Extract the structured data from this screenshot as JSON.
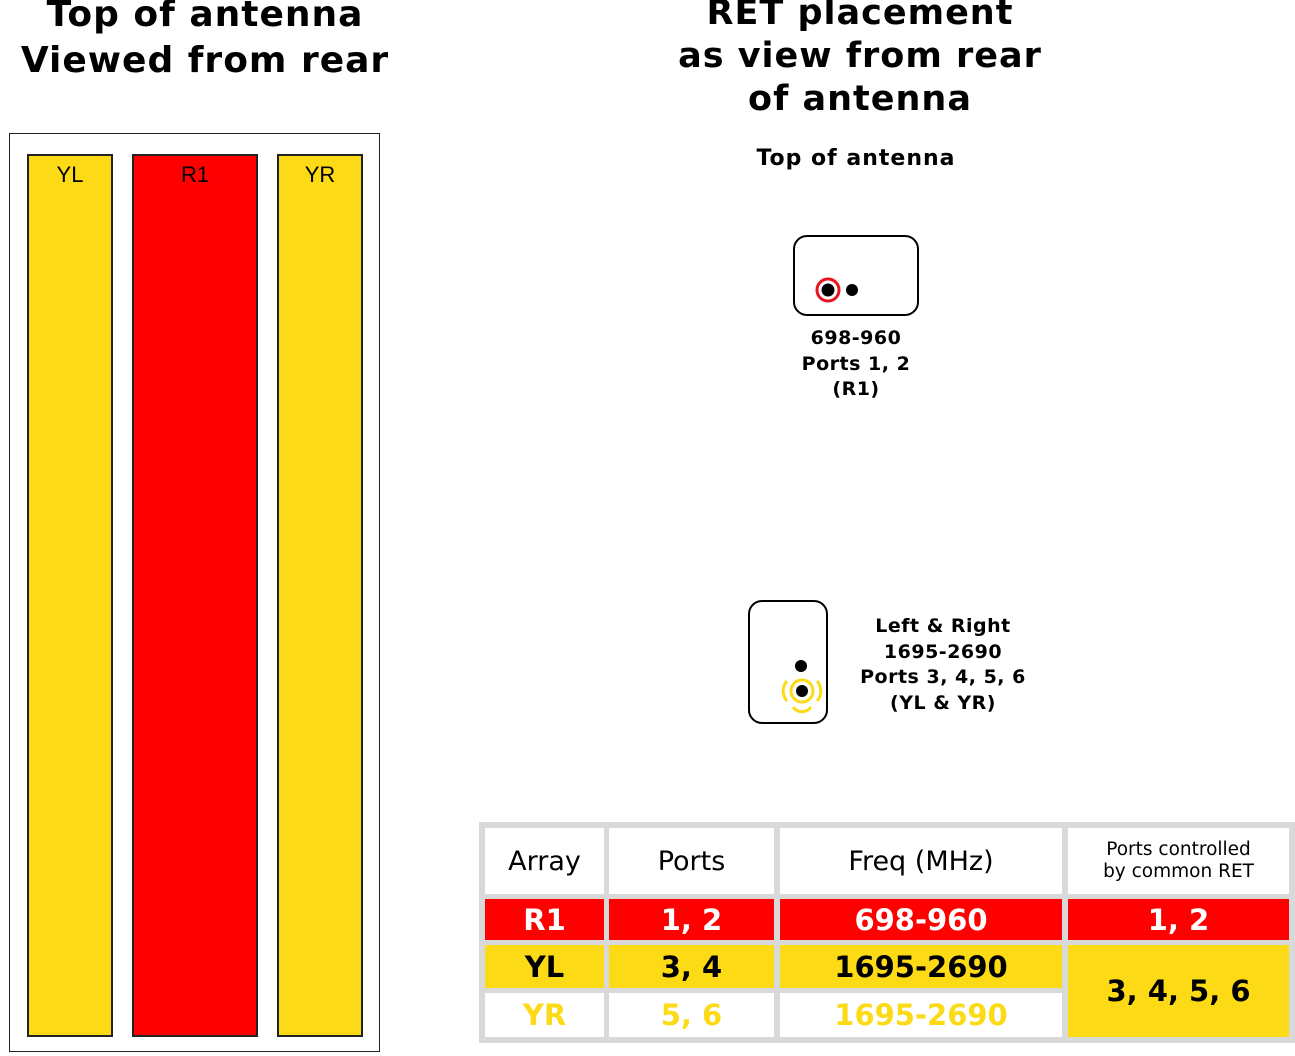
{
  "left_title": {
    "line1": "Top of antenna",
    "line2": "Viewed from rear"
  },
  "right_title": {
    "line1": "RET placement",
    "line2": "as view from rear",
    "line3": "of antenna"
  },
  "top_label": "Top of antenna",
  "arrays": [
    {
      "name": "YL",
      "color": "#FDDA16"
    },
    {
      "name": "R1",
      "color": "#FF0000"
    },
    {
      "name": "YR",
      "color": "#FDDA16"
    }
  ],
  "ret_low": {
    "line1": "698-960",
    "line2": "Ports 1, 2",
    "line3": "(R1)",
    "accent": "#FF0000"
  },
  "ret_high": {
    "line1": "Left & Right",
    "line2": "1695-2690",
    "line3": "Ports 3, 4, 5, 6",
    "line4": "(YL & YR)",
    "accent": "#FDDA16"
  },
  "table": {
    "headers": [
      "Array",
      "Ports",
      "Freq (MHz)",
      "Ports controlled",
      "by common RET"
    ],
    "rows": [
      {
        "array": "R1",
        "ports": "1, 2",
        "freq": "698-960",
        "ret": "1, 2"
      },
      {
        "array": "YL",
        "ports": "3, 4",
        "freq": "1695-2690",
        "ret": "3, 4, 5, 6"
      },
      {
        "array": "YR",
        "ports": "5, 6",
        "freq": "1695-2690"
      }
    ]
  }
}
